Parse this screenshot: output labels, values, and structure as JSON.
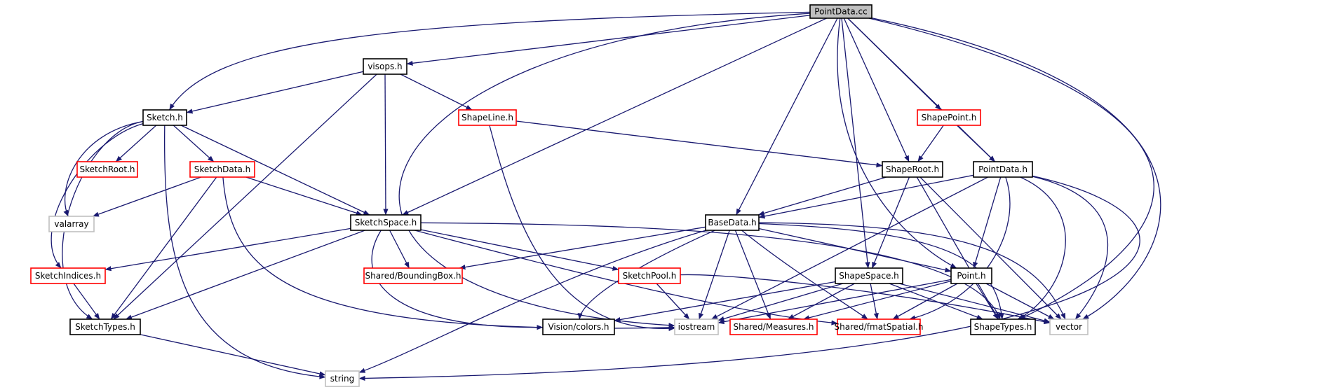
{
  "colors": {
    "edge": "#191970",
    "border_documented": "#000000",
    "border_undocumented": "#ff0000",
    "border_external": "#bfbfbf",
    "root_fill": "#bfbfbf",
    "fill": "#ffffff"
  },
  "nodes": [
    {
      "id": "pointdata_cc",
      "label": "PointData.cc",
      "style": "root"
    },
    {
      "id": "visops_h",
      "label": "visops.h",
      "style": "documented"
    },
    {
      "id": "sketch_h",
      "label": "Sketch.h",
      "style": "documented"
    },
    {
      "id": "shapeline_h",
      "label": "ShapeLine.h",
      "style": "undocumented"
    },
    {
      "id": "shapepoint_h",
      "label": "ShapePoint.h",
      "style": "undocumented"
    },
    {
      "id": "sketchroot_h",
      "label": "SketchRoot.h",
      "style": "undocumented"
    },
    {
      "id": "sketchdata_h",
      "label": "SketchData.h",
      "style": "undocumented"
    },
    {
      "id": "shaperoot_h",
      "label": "ShapeRoot.h",
      "style": "documented"
    },
    {
      "id": "pointdata_h",
      "label": "PointData.h",
      "style": "documented"
    },
    {
      "id": "valarray",
      "label": "valarray",
      "style": "external"
    },
    {
      "id": "sketchspace_h",
      "label": "SketchSpace.h",
      "style": "documented"
    },
    {
      "id": "basedata_h",
      "label": "BaseData.h",
      "style": "documented"
    },
    {
      "id": "sketchindices_h",
      "label": "SketchIndices.h",
      "style": "undocumented"
    },
    {
      "id": "boundingbox_h",
      "label": "Shared/BoundingBox.h",
      "style": "undocumented"
    },
    {
      "id": "sketchpool_h",
      "label": "SketchPool.h",
      "style": "undocumented"
    },
    {
      "id": "shapespace_h",
      "label": "ShapeSpace.h",
      "style": "documented"
    },
    {
      "id": "point_h",
      "label": "Point.h",
      "style": "documented"
    },
    {
      "id": "sketchtypes_h",
      "label": "SketchTypes.h",
      "style": "documented"
    },
    {
      "id": "colors_h",
      "label": "Vision/colors.h",
      "style": "documented"
    },
    {
      "id": "iostream",
      "label": "iostream",
      "style": "external"
    },
    {
      "id": "measures_h",
      "label": "Shared/Measures.h",
      "style": "undocumented"
    },
    {
      "id": "fmatspatial_h",
      "label": "Shared/fmatSpatial.h",
      "style": "undocumented"
    },
    {
      "id": "shapetypes_h",
      "label": "ShapeTypes.h",
      "style": "documented"
    },
    {
      "id": "vector",
      "label": "vector",
      "style": "external"
    },
    {
      "id": "string",
      "label": "string",
      "style": "external"
    }
  ],
  "edges": [
    [
      "pointdata_cc",
      "visops_h"
    ],
    [
      "pointdata_cc",
      "sketch_h"
    ],
    [
      "pointdata_cc",
      "sketchspace_h"
    ],
    [
      "pointdata_cc",
      "iostream"
    ],
    [
      "pointdata_cc",
      "basedata_h"
    ],
    [
      "pointdata_cc",
      "shapespace_h"
    ],
    [
      "pointdata_cc",
      "point_h"
    ],
    [
      "pointdata_cc",
      "shaperoot_h"
    ],
    [
      "pointdata_cc",
      "shapepoint_h"
    ],
    [
      "pointdata_cc",
      "pointdata_h"
    ],
    [
      "pointdata_cc",
      "shapetypes_h"
    ],
    [
      "pointdata_cc",
      "vector"
    ],
    [
      "visops_h",
      "sketch_h"
    ],
    [
      "visops_h",
      "sketchspace_h"
    ],
    [
      "visops_h",
      "shapeline_h"
    ],
    [
      "visops_h",
      "sketchtypes_h"
    ],
    [
      "sketch_h",
      "sketchroot_h"
    ],
    [
      "sketch_h",
      "sketchdata_h"
    ],
    [
      "sketch_h",
      "valarray"
    ],
    [
      "sketch_h",
      "sketchindices_h"
    ],
    [
      "sketch_h",
      "sketchtypes_h"
    ],
    [
      "sketch_h",
      "string"
    ],
    [
      "sketch_h",
      "sketchspace_h"
    ],
    [
      "sketchdata_h",
      "valarray"
    ],
    [
      "sketchdata_h",
      "sketchspace_h"
    ],
    [
      "sketchdata_h",
      "sketchtypes_h"
    ],
    [
      "sketchdata_h",
      "iostream"
    ],
    [
      "shapeline_h",
      "shaperoot_h"
    ],
    [
      "shapeline_h",
      "iostream"
    ],
    [
      "shapepoint_h",
      "shaperoot_h"
    ],
    [
      "shapepoint_h",
      "pointdata_h"
    ],
    [
      "shaperoot_h",
      "basedata_h"
    ],
    [
      "shaperoot_h",
      "shapespace_h"
    ],
    [
      "shaperoot_h",
      "shapetypes_h"
    ],
    [
      "shaperoot_h",
      "vector"
    ],
    [
      "pointdata_h",
      "basedata_h"
    ],
    [
      "pointdata_h",
      "point_h"
    ],
    [
      "pointdata_h",
      "iostream"
    ],
    [
      "pointdata_h",
      "shapetypes_h"
    ],
    [
      "pointdata_h",
      "vector"
    ],
    [
      "pointdata_h",
      "string"
    ],
    [
      "pointdata_h",
      "fmatspatial_h"
    ],
    [
      "sketchspace_h",
      "sketchindices_h"
    ],
    [
      "sketchspace_h",
      "boundingbox_h"
    ],
    [
      "sketchspace_h",
      "sketchpool_h"
    ],
    [
      "sketchspace_h",
      "sketchtypes_h"
    ],
    [
      "sketchspace_h",
      "colors_h"
    ],
    [
      "sketchspace_h",
      "fmatspatial_h"
    ],
    [
      "sketchspace_h",
      "shapetypes_h"
    ],
    [
      "basedata_h",
      "boundingbox_h"
    ],
    [
      "basedata_h",
      "colors_h"
    ],
    [
      "basedata_h",
      "iostream"
    ],
    [
      "basedata_h",
      "measures_h"
    ],
    [
      "basedata_h",
      "fmatspatial_h"
    ],
    [
      "basedata_h",
      "point_h"
    ],
    [
      "basedata_h",
      "shapetypes_h"
    ],
    [
      "basedata_h",
      "vector"
    ],
    [
      "basedata_h",
      "string"
    ],
    [
      "sketchindices_h",
      "sketchtypes_h"
    ],
    [
      "sketchpool_h",
      "iostream"
    ],
    [
      "sketchpool_h",
      "vector"
    ],
    [
      "shapespace_h",
      "colors_h"
    ],
    [
      "shapespace_h",
      "iostream"
    ],
    [
      "shapespace_h",
      "measures_h"
    ],
    [
      "shapespace_h",
      "fmatspatial_h"
    ],
    [
      "shapespace_h",
      "shapetypes_h"
    ],
    [
      "shapespace_h",
      "vector"
    ],
    [
      "point_h",
      "iostream"
    ],
    [
      "point_h",
      "measures_h"
    ],
    [
      "point_h",
      "fmatspatial_h"
    ],
    [
      "point_h",
      "shapetypes_h"
    ],
    [
      "point_h",
      "vector"
    ],
    [
      "sketchtypes_h",
      "string"
    ]
  ]
}
